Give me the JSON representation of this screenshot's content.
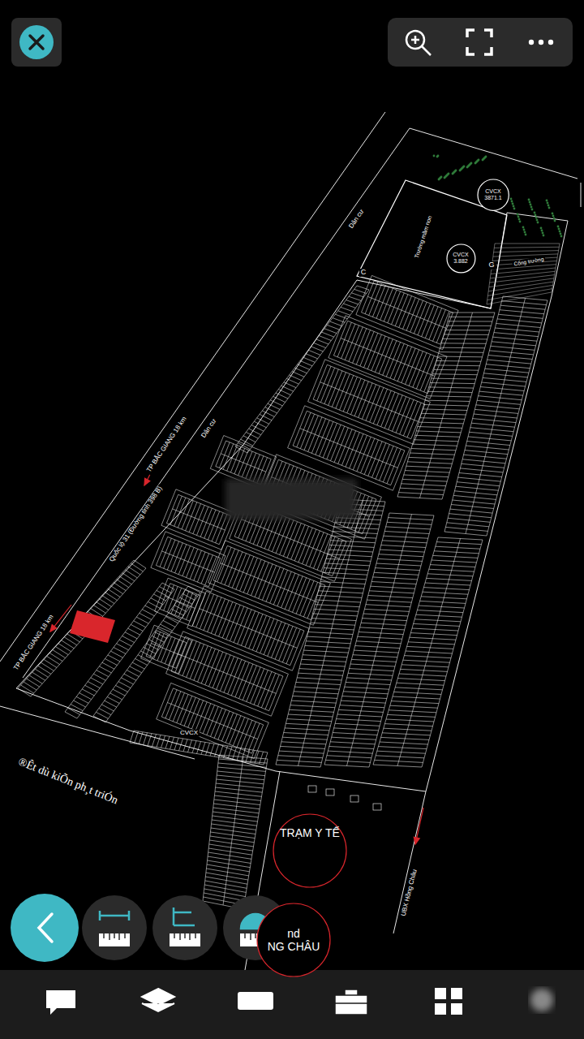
{
  "diagram": {
    "nodes": [
      {
        "text": [
          "TRẠM Y TẾ"
        ]
      },
      {
        "text": [
          "nd",
          "NG CHÂU"
        ]
      },
      {
        "text": [
          "CVCX 3.882"
        ]
      },
      {
        "text": [
          "CVCX 3871.1"
        ]
      }
    ],
    "labels": [
      "TP BẮC GIANG 18 km",
      "Quốc lộ 31 (Đường tỉnh 398 B)",
      "TP BẮC GIANG 18 km",
      "Dân cư",
      "Dân cư",
      "®Êt dù kiÕn ph¸t triÓn",
      "C",
      "G",
      "Cổng trường",
      "Trường mầm non",
      "CVCX",
      "UBX Hồng Châu"
    ]
  }
}
